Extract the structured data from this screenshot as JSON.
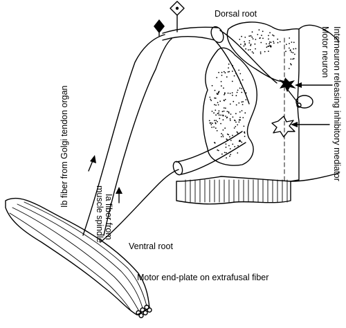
{
  "labels": {
    "dorsal_root": "Dorsal root",
    "ventral_root": "Ventral root",
    "motor_end_plate": "Motor end-plate on extrafusal fiber",
    "ib_fiber": "Ib fiber from Golgi tendon organ",
    "ia_fiber_line1": "Ia fiber from",
    "ia_fiber_line2": "muscle spindle",
    "interneuron": "Interneuron releasing inhibitory mediator",
    "motor_neuron": "Motor neuron"
  },
  "colors": {
    "stroke": "#000000",
    "background": "#ffffff"
  },
  "icons": {
    "diamond_filled": "filled-diamond",
    "diamond_open": "open-diamond-with-dot",
    "arrow": "arrow-up"
  }
}
